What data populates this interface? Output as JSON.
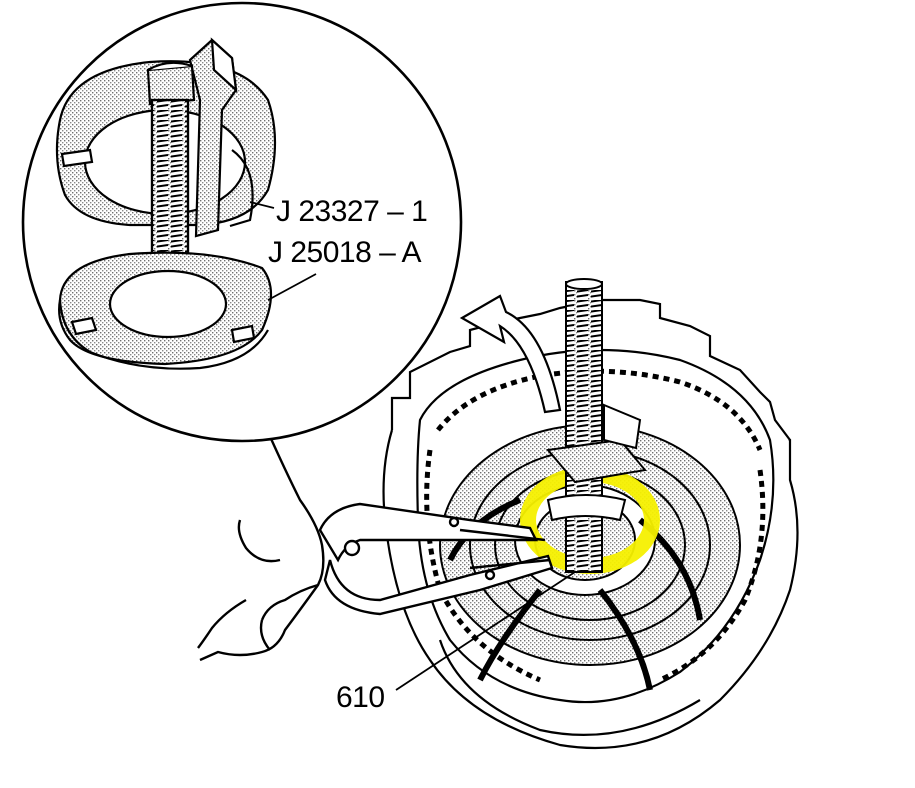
{
  "labels": {
    "tool_1": "J 23327 – 1",
    "tool_2": "J 25018 – A",
    "part": "610"
  },
  "colors": {
    "line": "#000000",
    "stipple": "#9a9a9a",
    "highlight": "#f6f000",
    "background": "#ffffff"
  },
  "icons": {
    "arrow": "curved-arrow-icon"
  }
}
